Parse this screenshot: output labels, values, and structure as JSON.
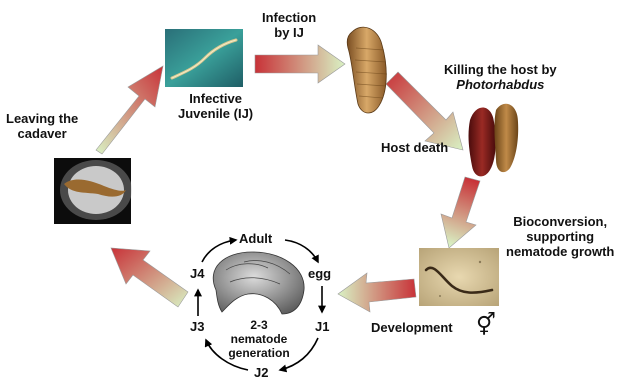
{
  "labels": {
    "infective_juvenile": [
      "Infective",
      "Juvenile (IJ)"
    ],
    "infection": [
      "Infection",
      "by IJ"
    ],
    "killing_host_line1": "Killing the host by",
    "killing_host_line2": "Photorhabdus",
    "host_death": "Host death",
    "bioconversion": [
      "Bioconversion,",
      "supporting",
      "nematode growth"
    ],
    "development": "Development",
    "female_male_symbol": "⚥",
    "leaving": [
      "Leaving the",
      "cadaver"
    ]
  },
  "cycle": {
    "adult": "Adult",
    "egg": "egg",
    "j1": "J1",
    "j2": "J2",
    "j3": "J3",
    "j4": "J4",
    "generation": [
      "2-3",
      "nematode",
      "generation"
    ]
  },
  "colors": {
    "arrow_red": "#c8323a",
    "arrow_green": "#d8f0c0",
    "ij_bg": "#2f8c8c",
    "larva": "#b9874a",
    "host_dead_red": "#8a1e1e",
    "cadaver_bg": "#111111"
  }
}
